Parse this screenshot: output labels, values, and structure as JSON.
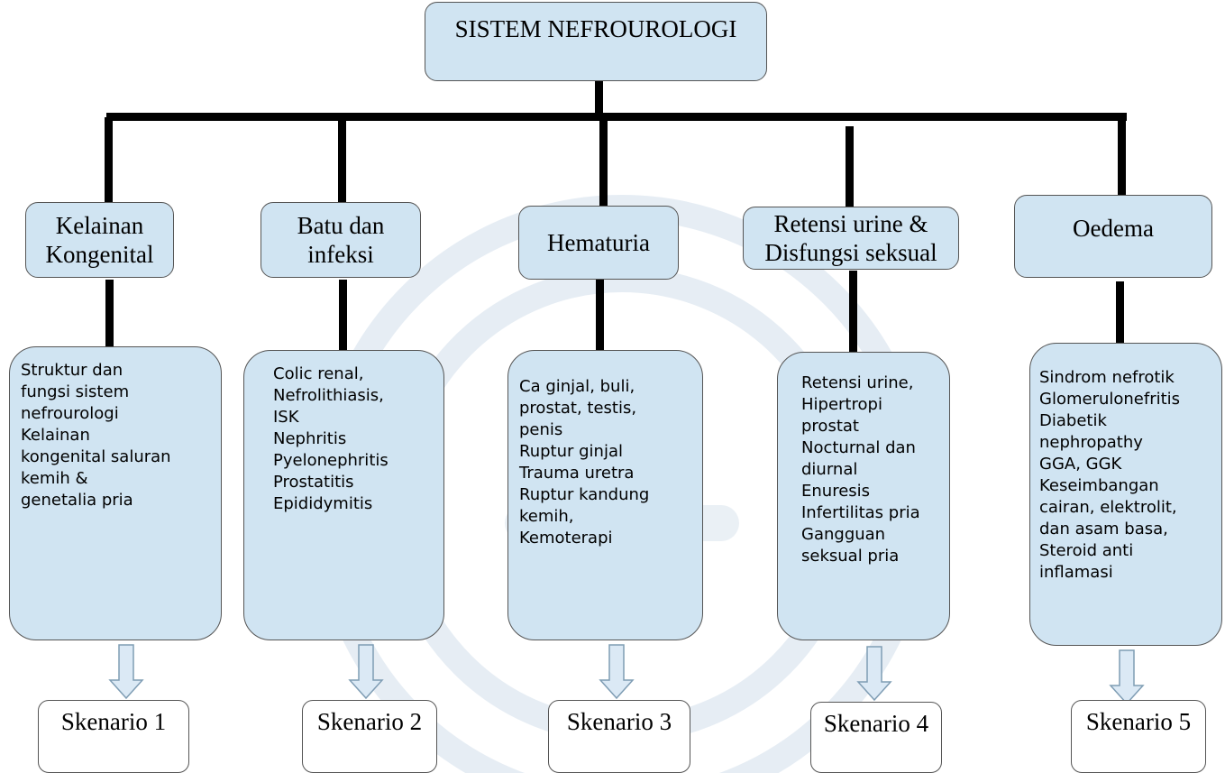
{
  "root": {
    "title": "SISTEM NEFROUROLOGI"
  },
  "columns": [
    {
      "category": [
        "Kelainan",
        "Kongenital"
      ],
      "topics": [
        "Struktur dan",
        "fungsi sistem",
        "nefrourologi",
        "Kelainan",
        "kongenital saluran",
        "kemih &",
        "genetalia pria"
      ],
      "scenario": "Skenario 1"
    },
    {
      "category": [
        "Batu dan",
        "infeksi"
      ],
      "topics": [
        "Colic renal,",
        "Nefrolithiasis,",
        "ISK",
        "Nephritis",
        "Pyelonephritis",
        "Prostatitis",
        "Epididymitis"
      ],
      "scenario": "Skenario 2"
    },
    {
      "category": [
        "Hematuria"
      ],
      "topics": [
        "Ca ginjal, buli,",
        "prostat, testis,",
        "penis",
        "Ruptur ginjal",
        "Trauma uretra",
        "Ruptur kandung",
        " kemih,",
        "Kemoterapi"
      ],
      "scenario": "Skenario 3"
    },
    {
      "category": [
        "Retensi urine &",
        "Disfungsi seksual"
      ],
      "topics": [
        "Retensi urine,",
        "Hipertropi",
        "prostat",
        "Nocturnal dan",
        "diurnal",
        "Enuresis",
        "Infertilitas pria",
        "Gangguan",
        " seksual pria"
      ],
      "scenario": "Skenario 4"
    },
    {
      "category": [
        "Oedema"
      ],
      "topics": [
        "Sindrom nefrotik",
        "Glomerulonefritis",
        "Diabetik",
        "nephropathy",
        "GGA, GGK",
        "Keseimbangan",
        "cairan, elektrolit,",
        "dan asam basa,",
        "Steroid anti",
        "inflamasi"
      ],
      "scenario": "Skenario 5"
    }
  ]
}
